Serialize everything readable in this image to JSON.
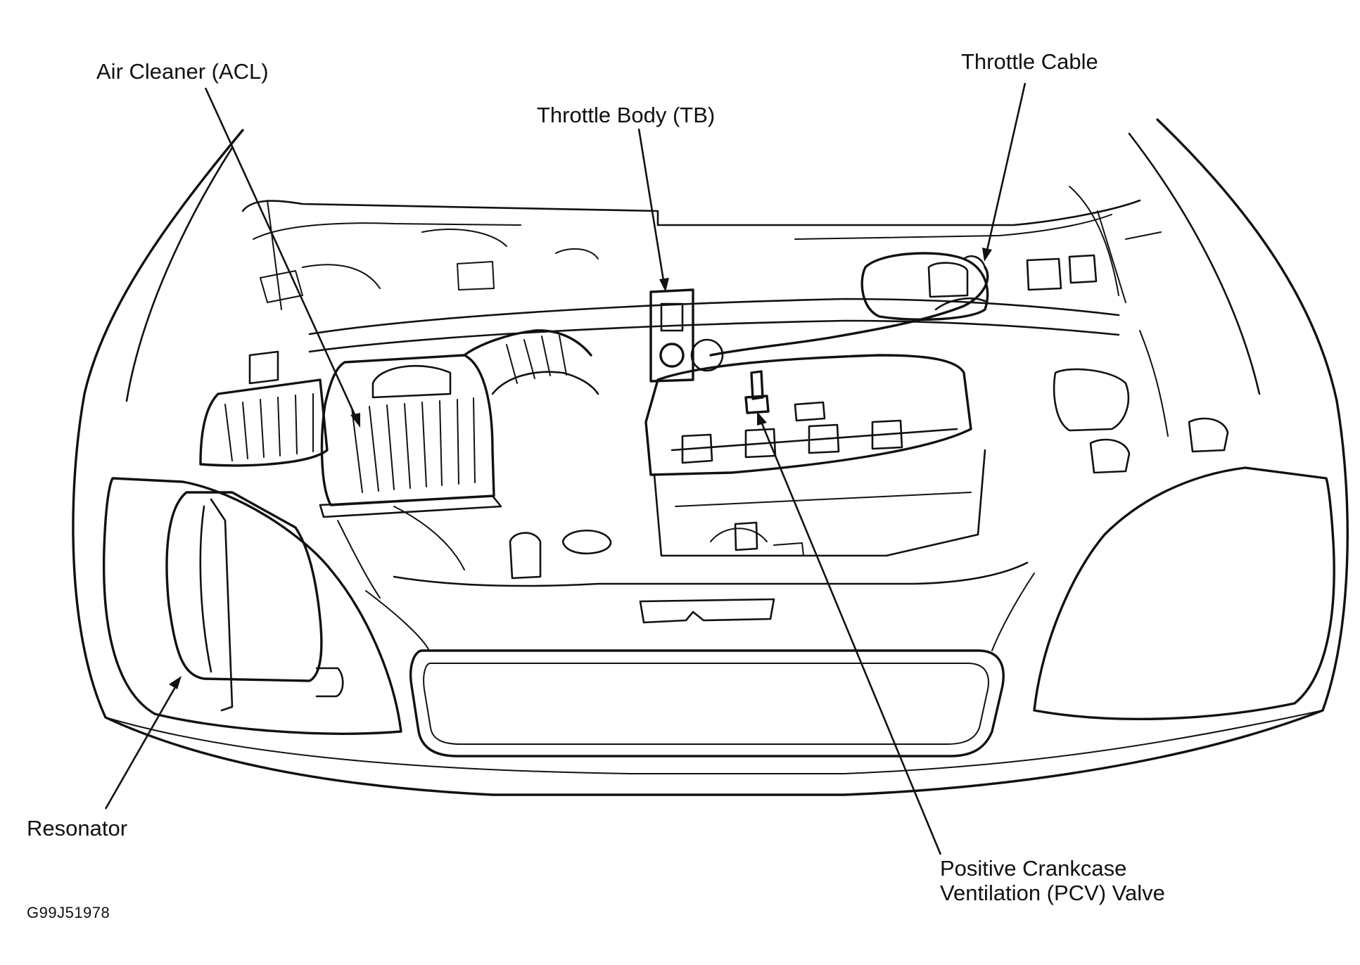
{
  "labels": {
    "air_cleaner": "Air Cleaner (ACL)",
    "throttle_body": "Throttle Body (TB)",
    "throttle_cable": "Throttle Cable",
    "resonator": "Resonator",
    "pcv_valve_line1": "Positive Crankcase",
    "pcv_valve_line2": "Ventilation (PCV) Valve"
  },
  "figure_code": "G99J51978",
  "colors": {
    "ink": "#111111",
    "background": "#ffffff"
  }
}
